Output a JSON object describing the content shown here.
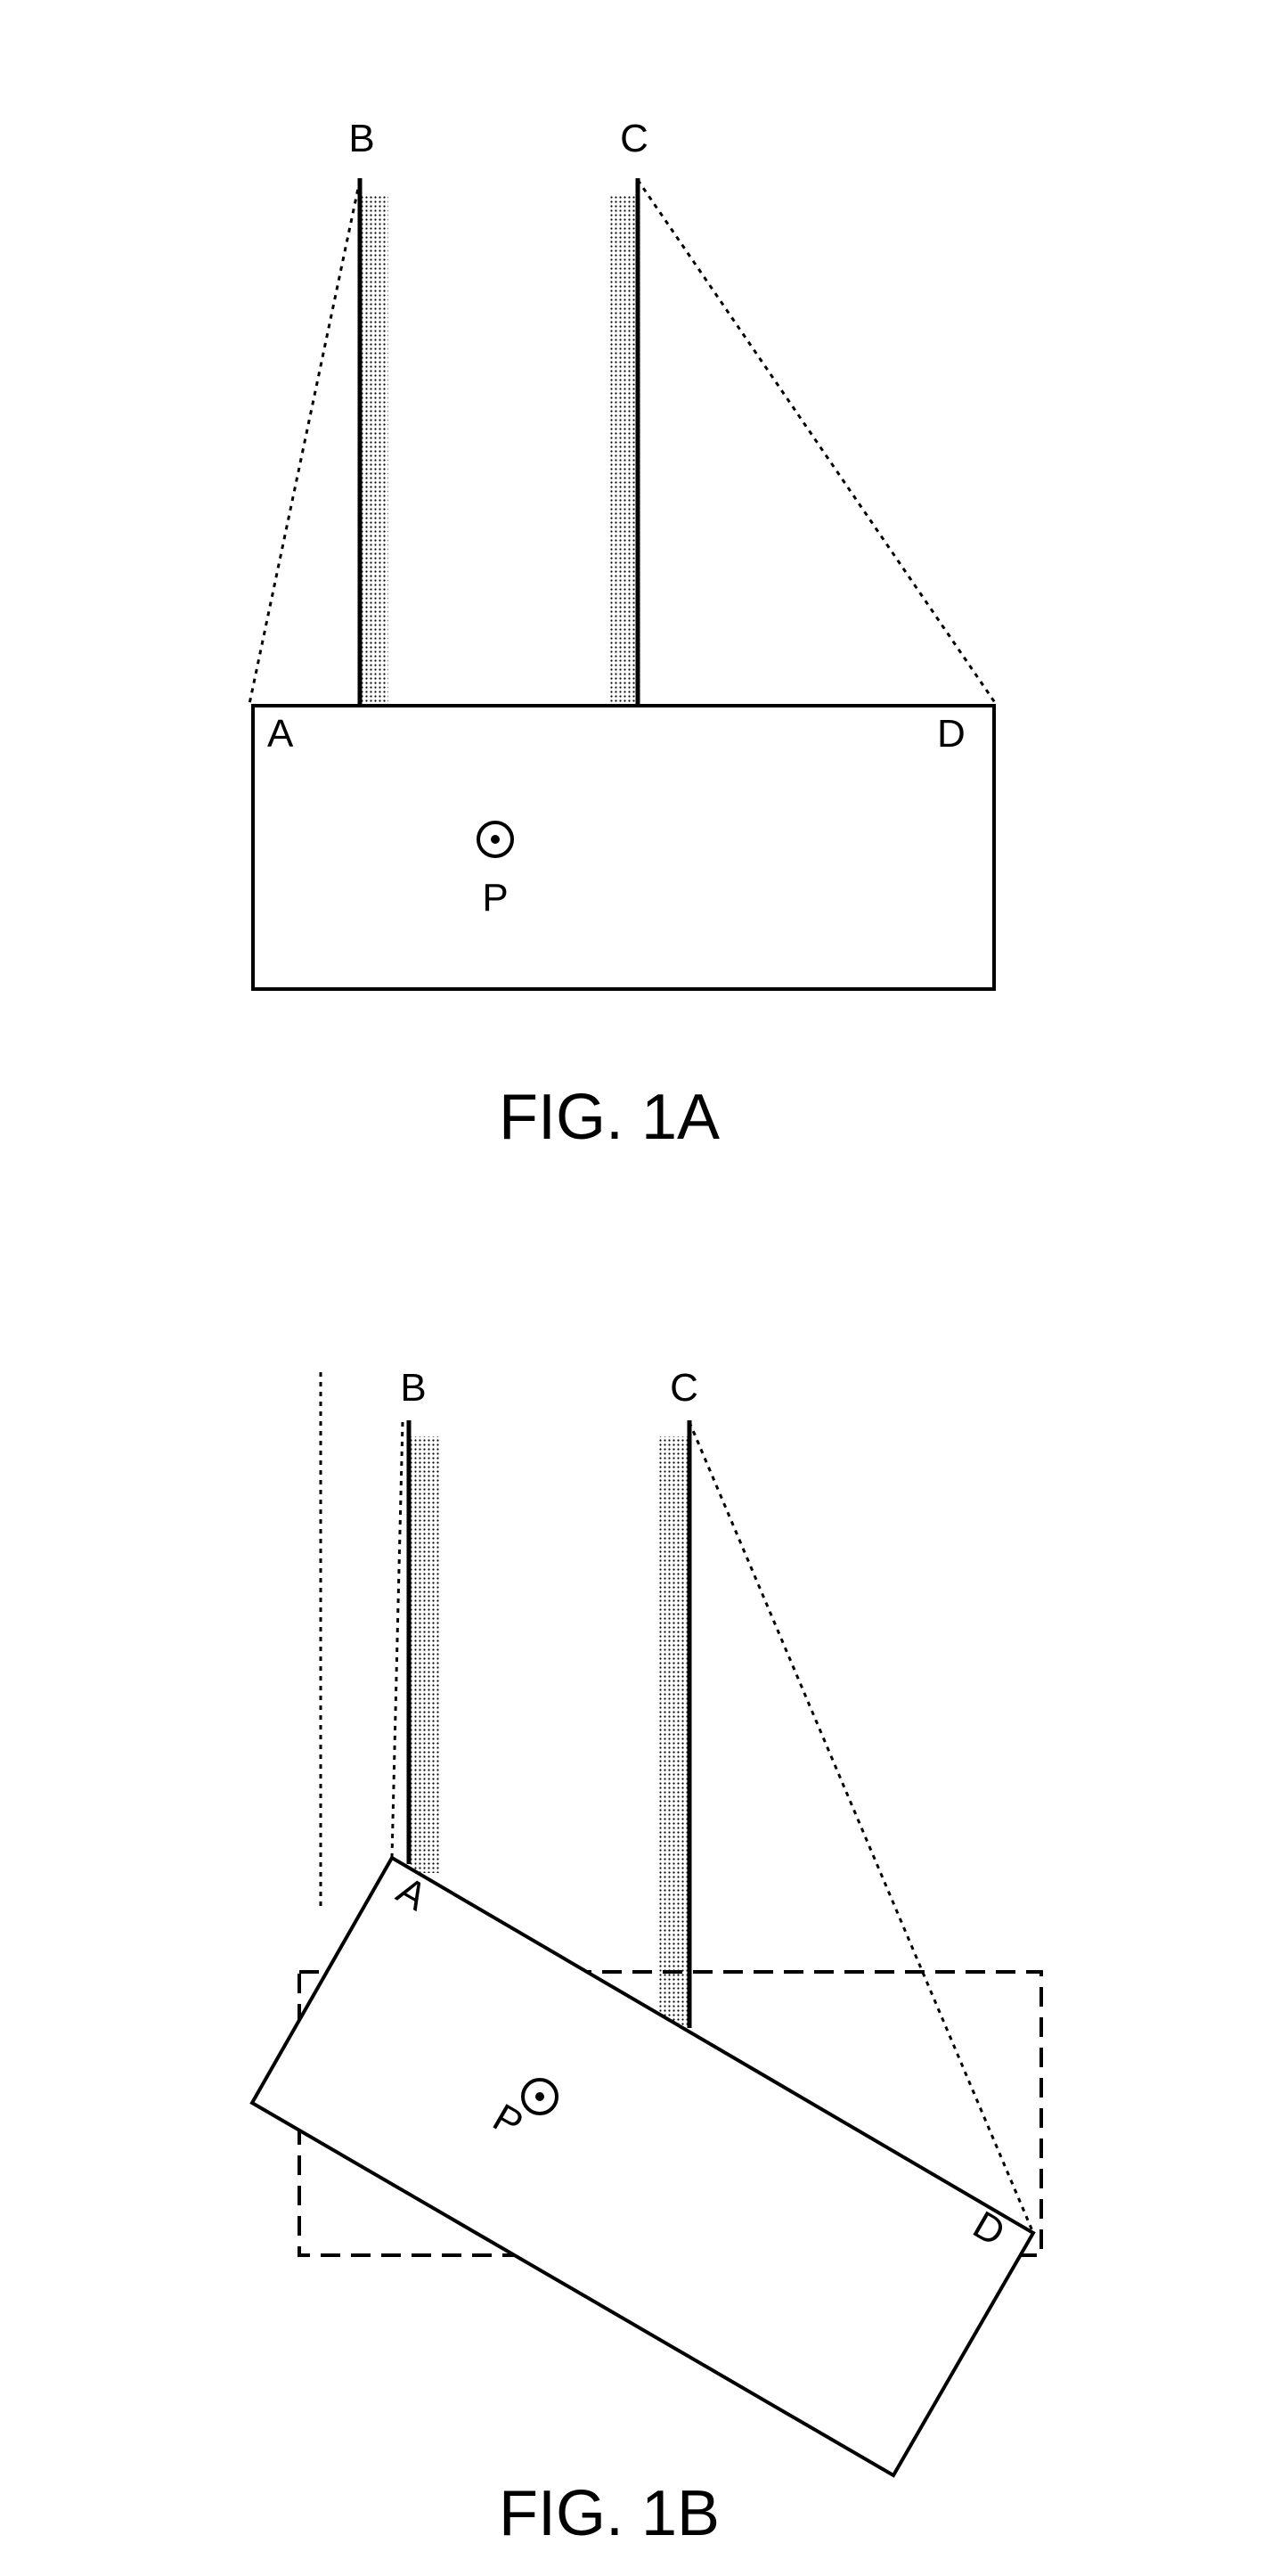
{
  "figures": [
    {
      "caption": "FIG. 1A",
      "labels": {
        "b": "B",
        "c": "C",
        "a": "A",
        "d": "D",
        "p": "P"
      }
    },
    {
      "caption": "FIG. 1B",
      "labels": {
        "b": "B",
        "c": "C",
        "a": "A",
        "d": "D",
        "p": "P"
      }
    }
  ],
  "colors": {
    "ink": "#000000",
    "background": "#ffffff"
  }
}
